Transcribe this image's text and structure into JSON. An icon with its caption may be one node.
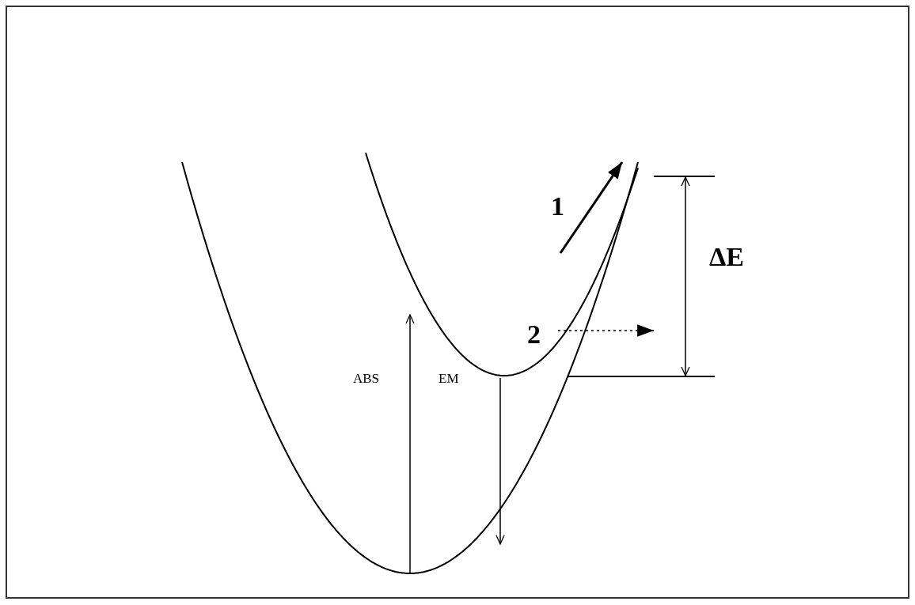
{
  "diagram": {
    "labels": [
      "1",
      "ΔE",
      "2",
      "ABS",
      "EM"
    ]
  }
}
